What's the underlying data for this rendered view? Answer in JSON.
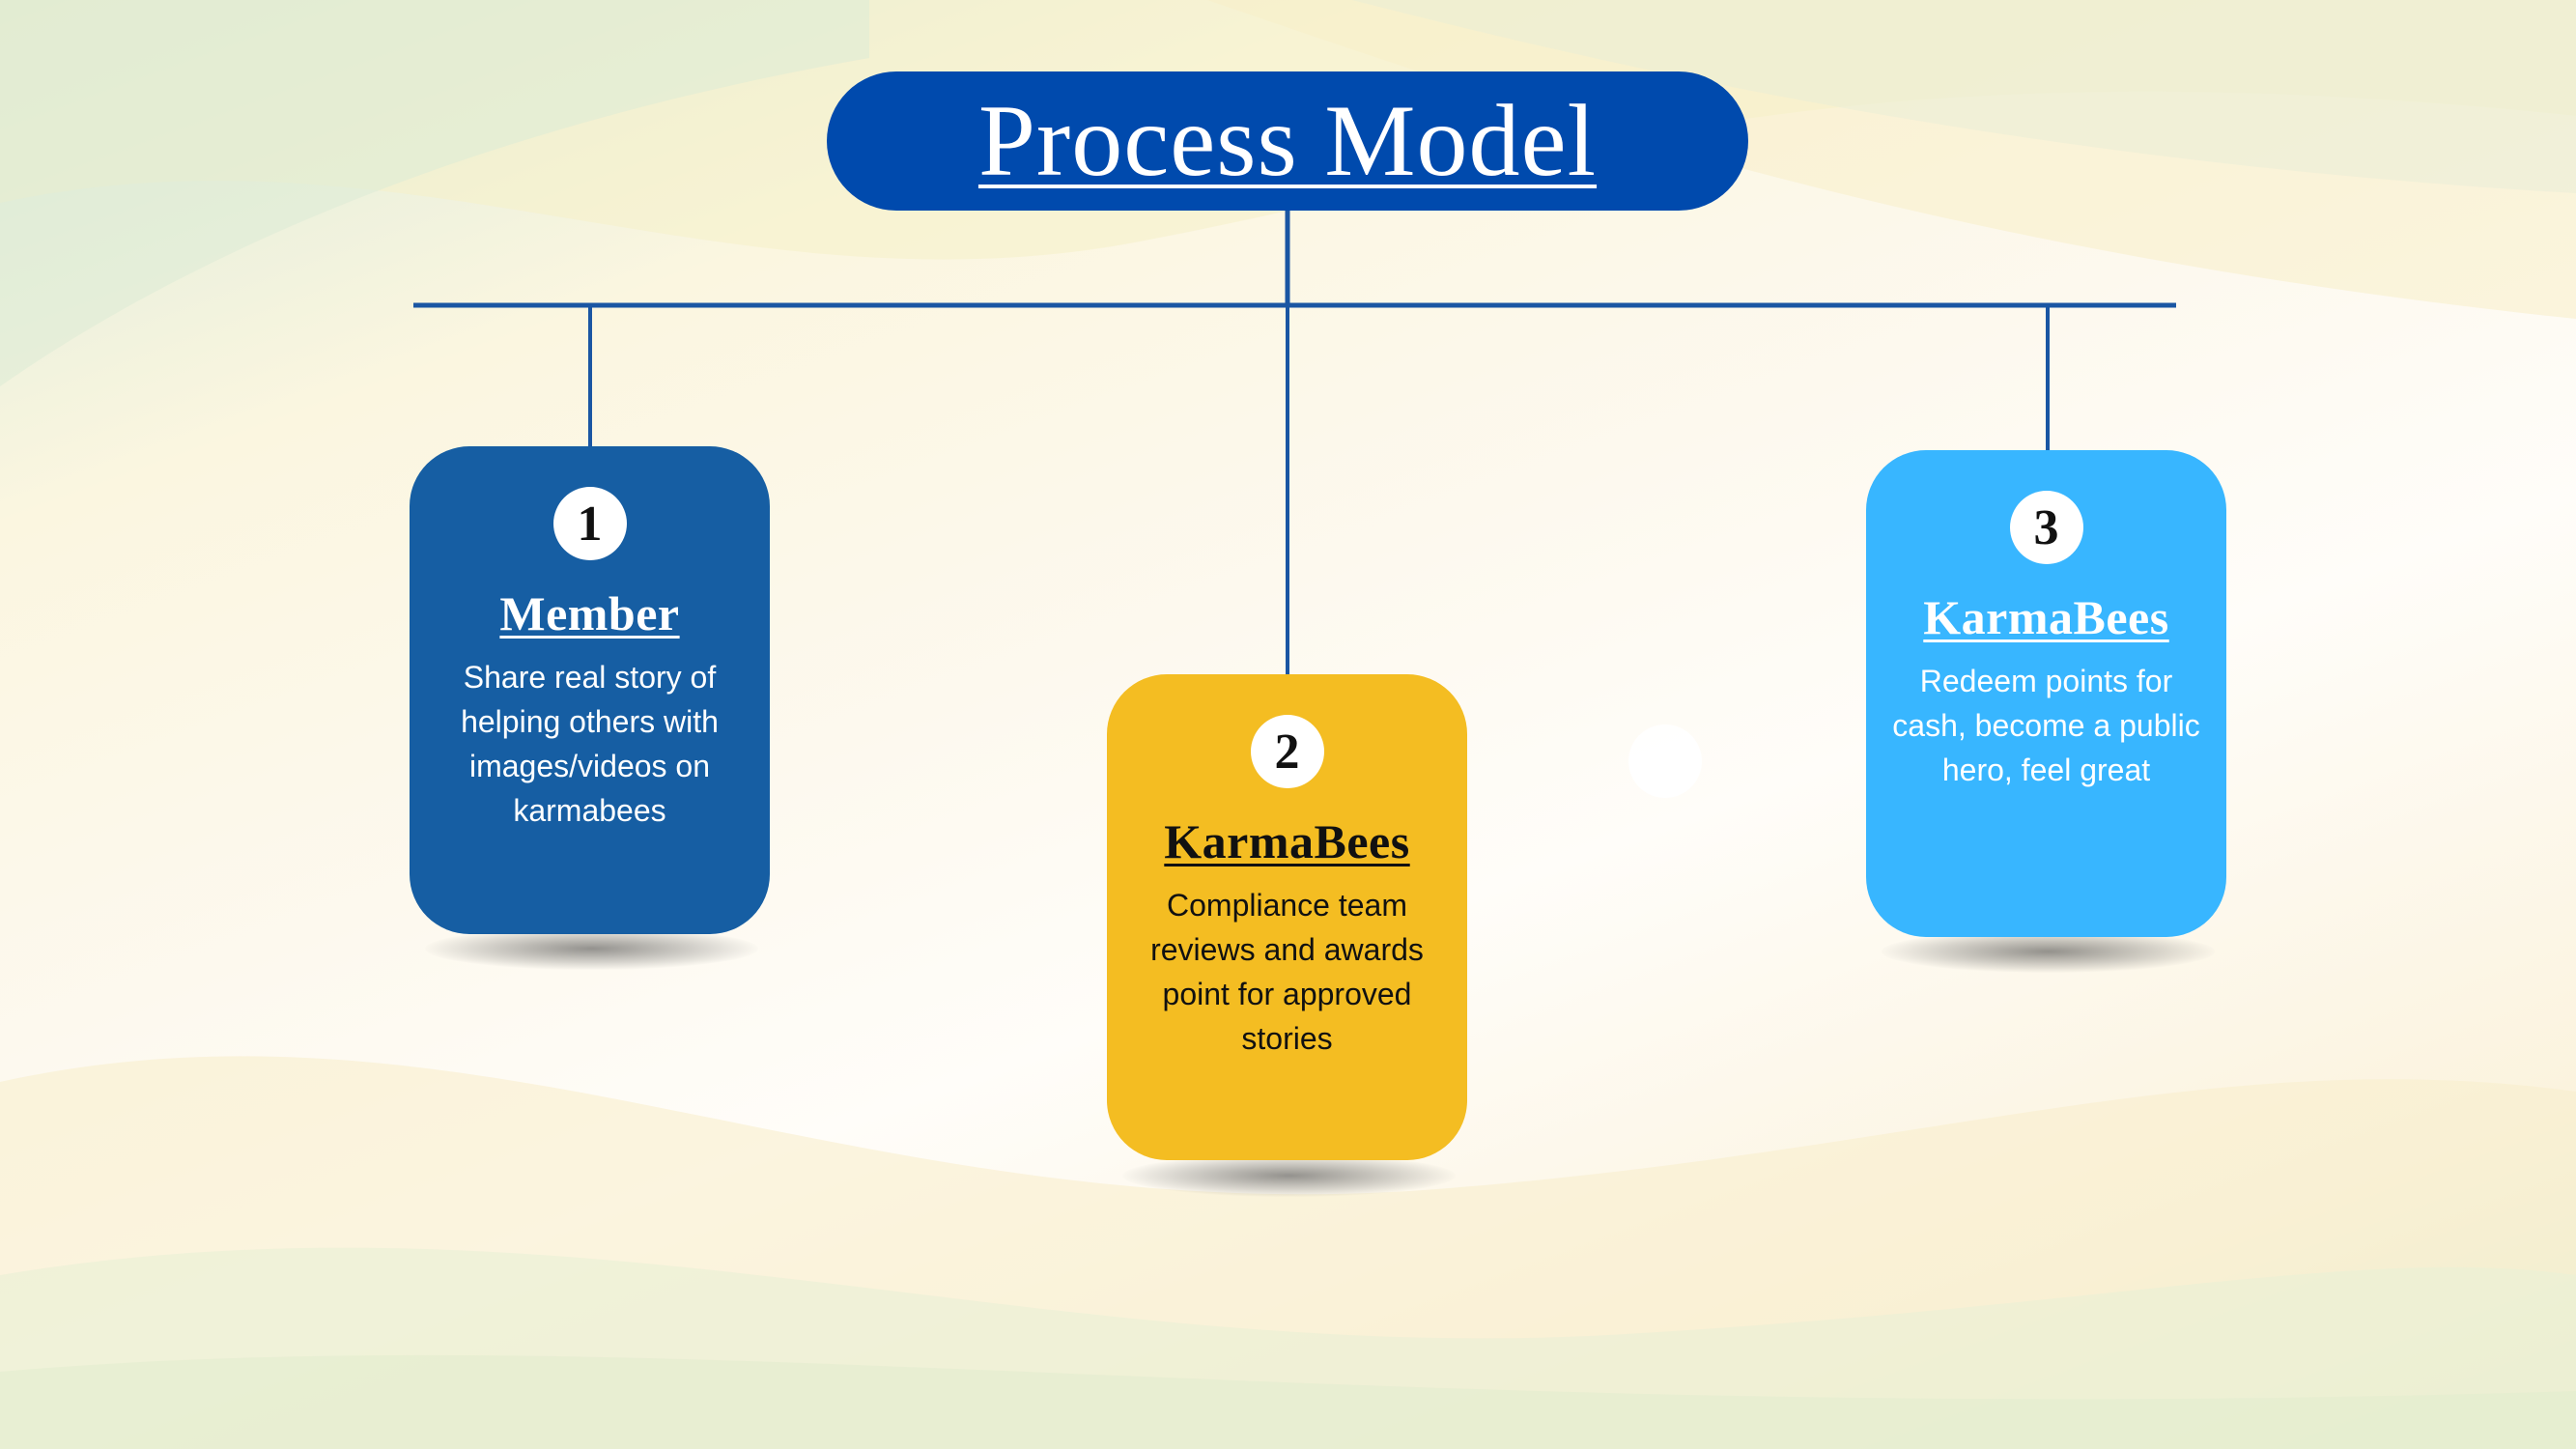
{
  "title": "Process Model",
  "colors": {
    "title_bg": "#004aad",
    "connector": "#1a56a3",
    "card_1": "#165ea3",
    "card_2": "#f4bd22",
    "card_3": "#38b6ff"
  },
  "steps": [
    {
      "number": "1",
      "title": "Member",
      "description": "Share real story of helping others with images/videos on karmabees"
    },
    {
      "number": "2",
      "title": "KarmaBees",
      "description": "Compliance team reviews and awards point for approved stories"
    },
    {
      "number": "3",
      "title": "KarmaBees",
      "description": "Redeem points for cash, become a public hero, feel great"
    }
  ]
}
